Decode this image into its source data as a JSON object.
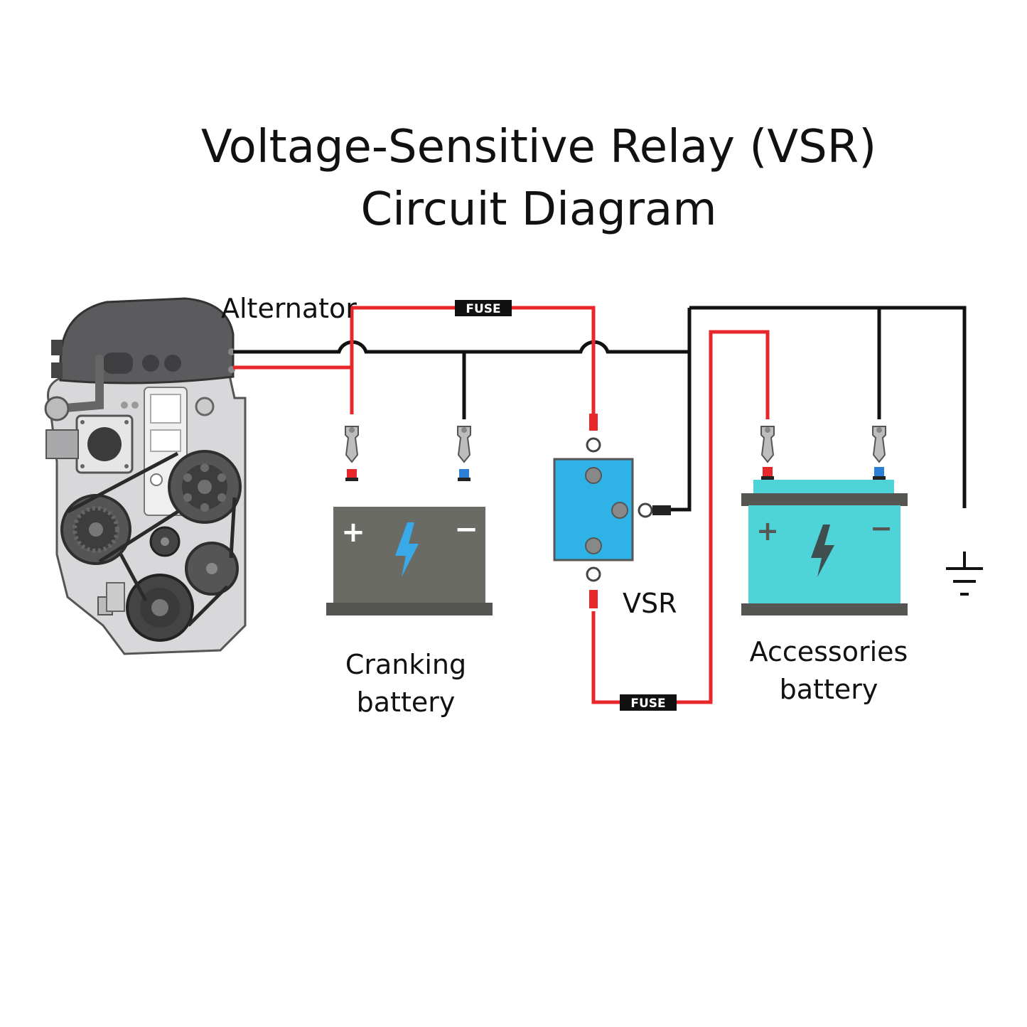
{
  "title": {
    "line1": "Voltage-Sensitive Relay (VSR)",
    "line2": "Circuit Diagram"
  },
  "labels": {
    "alternator": "Alternator",
    "vsr": "VSR",
    "cranking_line1": "Cranking",
    "cranking_line2": "battery",
    "accessories_line1": "Accessories",
    "accessories_line2": "battery"
  },
  "fuses": {
    "top": "FUSE",
    "bottom": "FUSE"
  },
  "battery_signs": {
    "plus": "+",
    "minus": "−"
  },
  "colors": {
    "positive_wire": "#e8272a",
    "negative_wire": "#111111",
    "cranking_battery": "#6b6b66",
    "accessories_battery": "#4dd3d8",
    "vsr_body": "#2fb3e6",
    "bolt_icon": "#3aa9ea"
  }
}
